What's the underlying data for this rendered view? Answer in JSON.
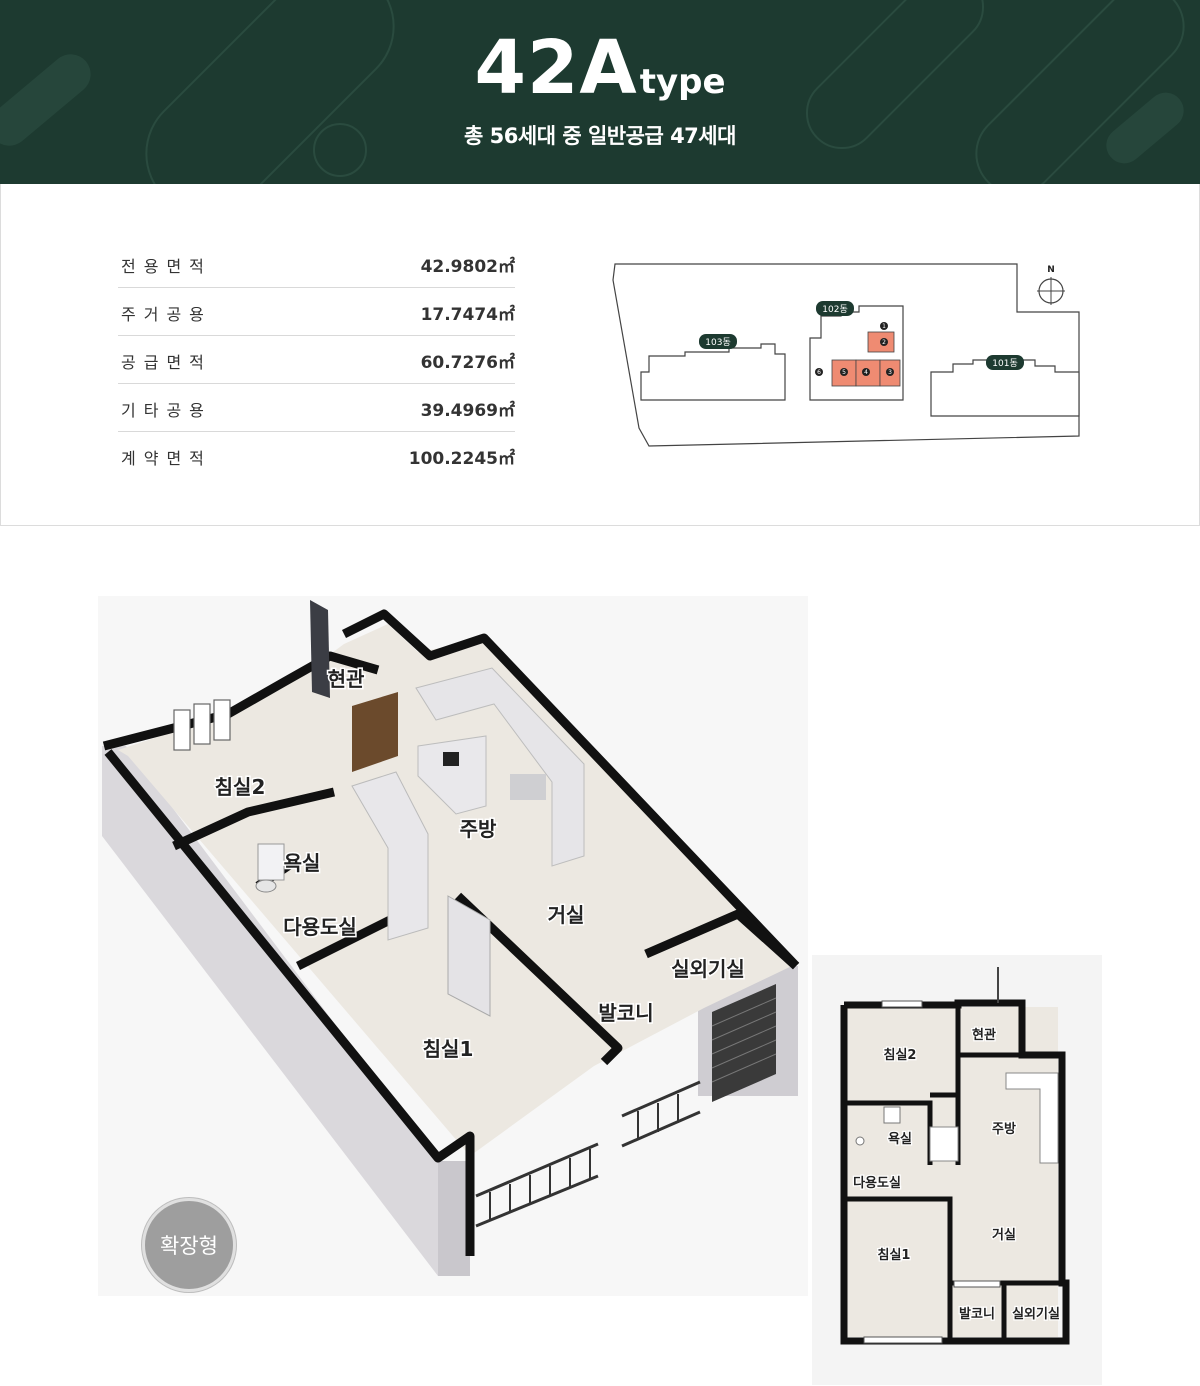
{
  "header": {
    "type_number": "42A",
    "type_suffix": "type",
    "subtitle": "총 56세대 중 일반공급 47세대"
  },
  "areas": [
    {
      "label": "전용면적",
      "value": "42.9802㎡"
    },
    {
      "label": "주거공용",
      "value": "17.7474㎡"
    },
    {
      "label": "공급면적",
      "value": "60.7276㎡"
    },
    {
      "label": "기타공용",
      "value": "39.4969㎡"
    },
    {
      "label": "계약면적",
      "value": "100.2245㎡"
    }
  ],
  "site_plan": {
    "north": "N",
    "buildings": [
      "103동",
      "102동",
      "101동"
    ],
    "unit_markers": [
      "1",
      "2",
      "3",
      "4",
      "5",
      "6"
    ],
    "highlight_color": "#ef8b72"
  },
  "plan_3d": {
    "rooms": {
      "entrance": "현관",
      "bedroom2": "침실2",
      "kitchen": "주방",
      "bathroom": "욕실",
      "living": "거실",
      "utility": "다용도실",
      "outdoor_unit": "실외기실",
      "balcony": "발코니",
      "bedroom1": "침실1"
    }
  },
  "plan_2d": {
    "rooms": {
      "entrance": "현관",
      "bedroom2": "침실2",
      "kitchen": "주방",
      "bathroom": "욕실",
      "utility": "다용도실",
      "living": "거실",
      "bedroom1": "침실1",
      "balcony": "발코니",
      "outdoor_unit": "실외기실"
    }
  },
  "badge": "확장형",
  "colors": {
    "header_bg": "#1d3a30",
    "wall": "#111111",
    "floor": "#ece8e1"
  }
}
